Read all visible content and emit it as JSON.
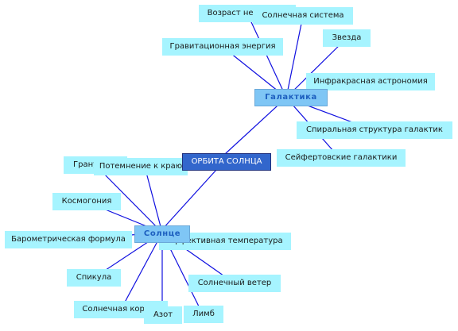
{
  "root": {
    "label": "ОРБИТА СОЛНЦА"
  },
  "hubs": {
    "galaxy": {
      "label": "Галактика"
    },
    "sun": {
      "label": "Солнце"
    }
  },
  "galaxy_nodes": [
    "Возраст небосвода",
    "Солнечная система",
    "Звезда",
    "Гравитационная энергия",
    "Инфракрасная астрономия",
    "Спиральная структура галактик",
    "Сейфертовские галактики"
  ],
  "sun_nodes": [
    "Грануляция",
    "Потемнение к краю",
    "Космогония",
    "Барометрическая формула",
    "Эффективная температура",
    "Спикула",
    "Солнечный ветер",
    "Солнечная корона",
    "Азот",
    "Лимб"
  ],
  "colors": {
    "edge": "#1010e0",
    "node_fill": "#a6f4ff",
    "hub_fill": "#7fc6f5",
    "root_fill": "#3266cc"
  }
}
